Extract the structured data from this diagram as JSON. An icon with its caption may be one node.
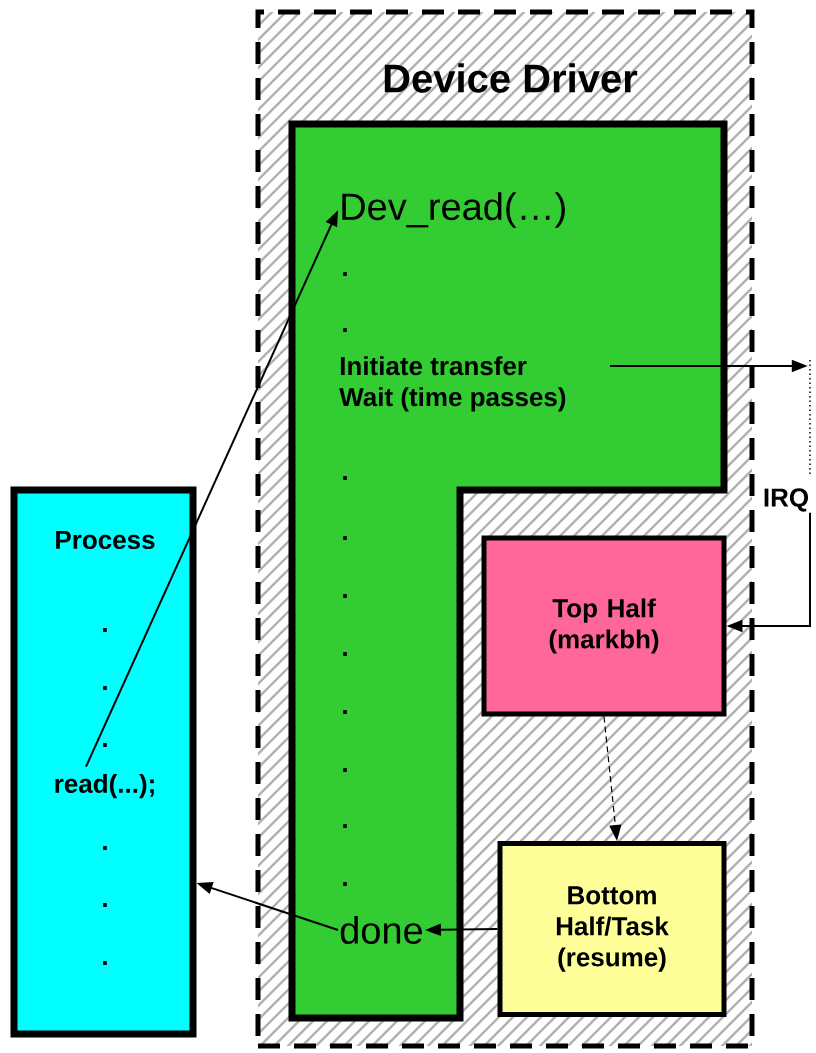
{
  "diagram": {
    "nodes": [
      {
        "text": [
          "Device Driver"
        ]
      },
      {
        "text": [],
        "shape": "box",
        "in": 0
      },
      {
        "text": [
          "Dev_read(…)"
        ],
        "in": 1
      },
      {
        "text": [
          "Initiate transfer",
          "Wait (time passes)"
        ],
        "in": 1
      },
      {
        "text": [
          "done"
        ],
        "in": 1
      },
      {
        "text": [
          "Top Half (markbh)"
        ],
        "in": 0
      },
      {
        "text": [
          "Bottom Half/Task (resume)"
        ],
        "in": 0
      },
      {
        "text": [
          "Process"
        ]
      },
      {
        "text": [
          "read(...);"
        ],
        "in": 7
      },
      {
        "text": [
          "IRQ"
        ]
      },
      {
        "text": [],
        "shape": "bar"
      }
    ],
    "edges": [
      {
        "from": 8,
        "to": 2,
        "arrow": "to"
      },
      {
        "from": 3,
        "to": 10,
        "arrow": "to"
      },
      {
        "from": 9,
        "to": 5,
        "arrow": "to"
      },
      {
        "from": 5,
        "to": 6,
        "arrow": "to",
        "style": "dashed"
      },
      {
        "from": 6,
        "to": 4,
        "arrow": "to"
      },
      {
        "from": 4,
        "to": 7,
        "arrow": "to"
      }
    ],
    "labels": [
      ".",
      ".",
      ".",
      ".",
      ".",
      ".",
      ".",
      ".",
      ".",
      ".",
      ".",
      ".",
      ".",
      ".",
      ".",
      "."
    ]
  }
}
